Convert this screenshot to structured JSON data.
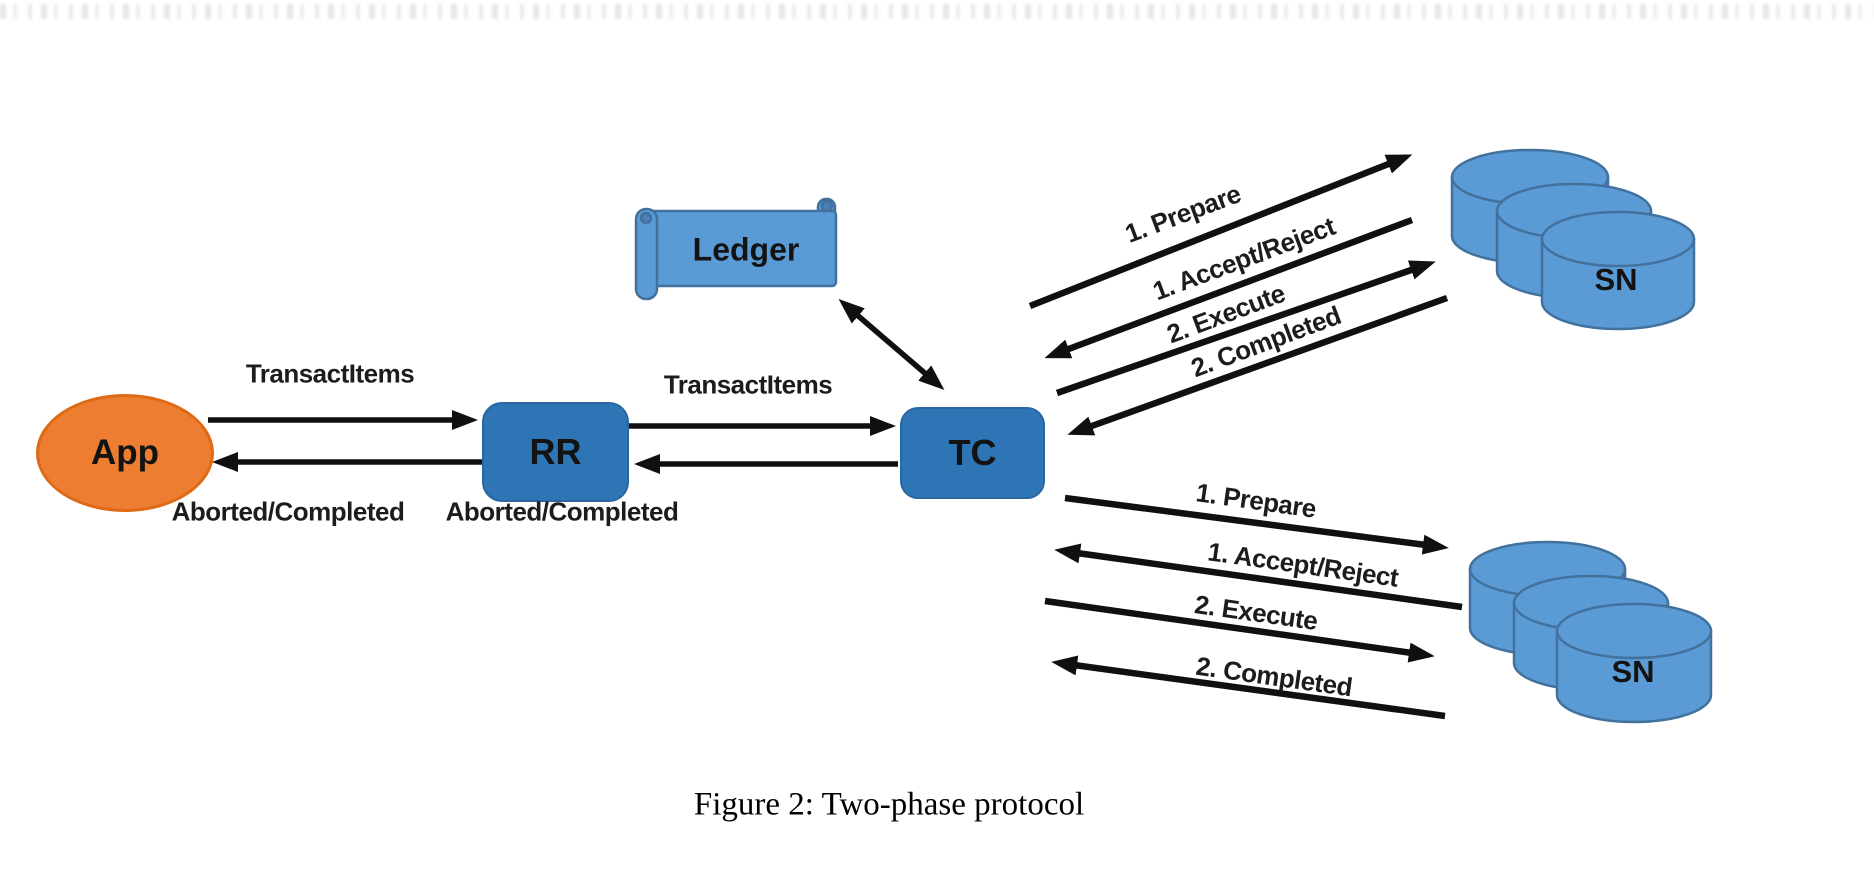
{
  "caption": "Figure 2: Two-phase protocol",
  "nodes": {
    "app": "App",
    "rr": "RR",
    "tc": "TC",
    "ledger": "Ledger",
    "sn_upper": "SN",
    "sn_lower": "SN"
  },
  "edges": {
    "app_to_rr": "TransactItems",
    "rr_to_app": "Aborted/Completed",
    "rr_to_tc": "TransactItems",
    "tc_to_rr": "Aborted/Completed",
    "tc_upper_sn": {
      "prepare": "1. Prepare",
      "accept_reject": "1. Accept/Reject",
      "execute": "2. Execute",
      "completed": "2. Completed"
    },
    "tc_lower_sn": {
      "prepare": "1. Prepare",
      "accept_reject": "1. Accept/Reject",
      "execute": "2. Execute",
      "completed": "2. Completed"
    }
  },
  "colors": {
    "app_fill": "#ED7D31",
    "app_stroke": "#DE6A16",
    "coordinator_fill": "#2E75B6",
    "storage_fill": "#5B9BD5",
    "storage_stroke": "#41719C",
    "arrow": "#101010"
  }
}
